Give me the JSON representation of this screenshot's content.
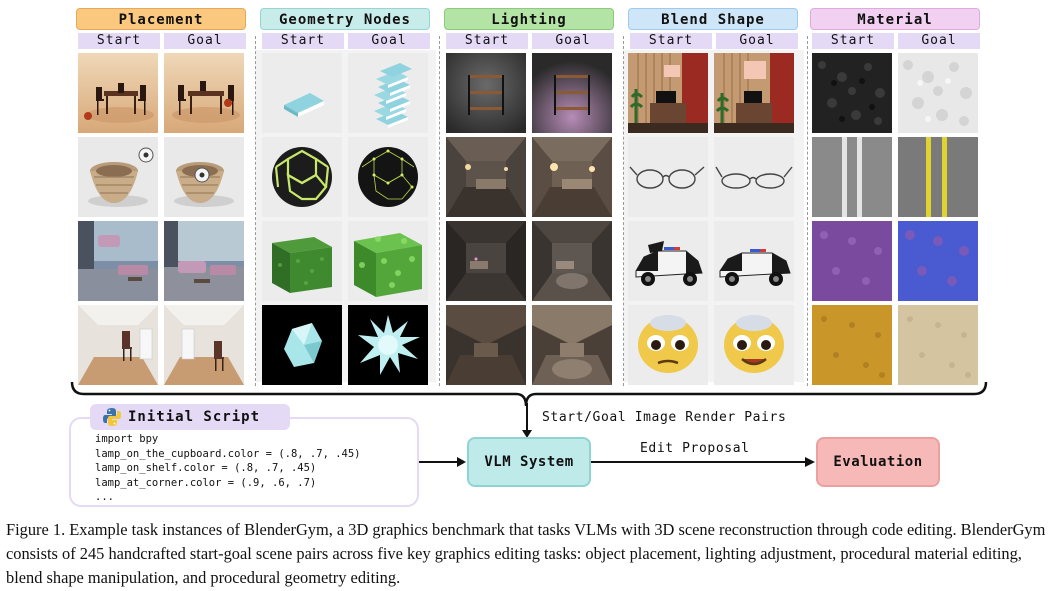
{
  "tasks": [
    {
      "title": "Placement",
      "title_bg": "#fbc880",
      "title_border": "#e7a85a",
      "start": "Start",
      "goal": "Goal"
    },
    {
      "title": "Geometry Nodes",
      "title_bg": "#c7ecea",
      "title_border": "#95d6d3",
      "start": "Start",
      "goal": "Goal"
    },
    {
      "title": "Lighting",
      "title_bg": "#b3e3a5",
      "title_border": "#8ccb7e",
      "start": "Start",
      "goal": "Goal"
    },
    {
      "title": "Blend Shape",
      "title_bg": "#cfe6f8",
      "title_border": "#9ccbef",
      "start": "Start",
      "goal": "Goal"
    },
    {
      "title": "Material",
      "title_bg": "#f2d0f1",
      "title_border": "#deabdc",
      "start": "Start",
      "goal": "Goal"
    }
  ],
  "script": {
    "title": "Initial Script",
    "lines": [
      "import bpy",
      "lamp_on_the_cupboard.color = (.8, .7, .45)",
      "lamp_on_shelf.color = (.8, .7, .45)",
      "lamp_at_corner.color = (.9, .6, .7)",
      "..."
    ]
  },
  "pipeline": {
    "vlm": "VLM System",
    "evaluation": "Evaluation",
    "render_pairs_label": "Start/Goal Image Render Pairs",
    "edit_proposal_label": "Edit Proposal"
  },
  "caption": "Figure 1. Example task instances of BlenderGym, a 3D graphics benchmark that tasks VLMs with 3D scene reconstruction through code editing. BlenderGym consists of 245 handcrafted start-goal scene pairs across five key graphics editing tasks: object placement, lighting adjustment, procedural material editing, blend shape manipulation, and procedural geometry editing."
}
